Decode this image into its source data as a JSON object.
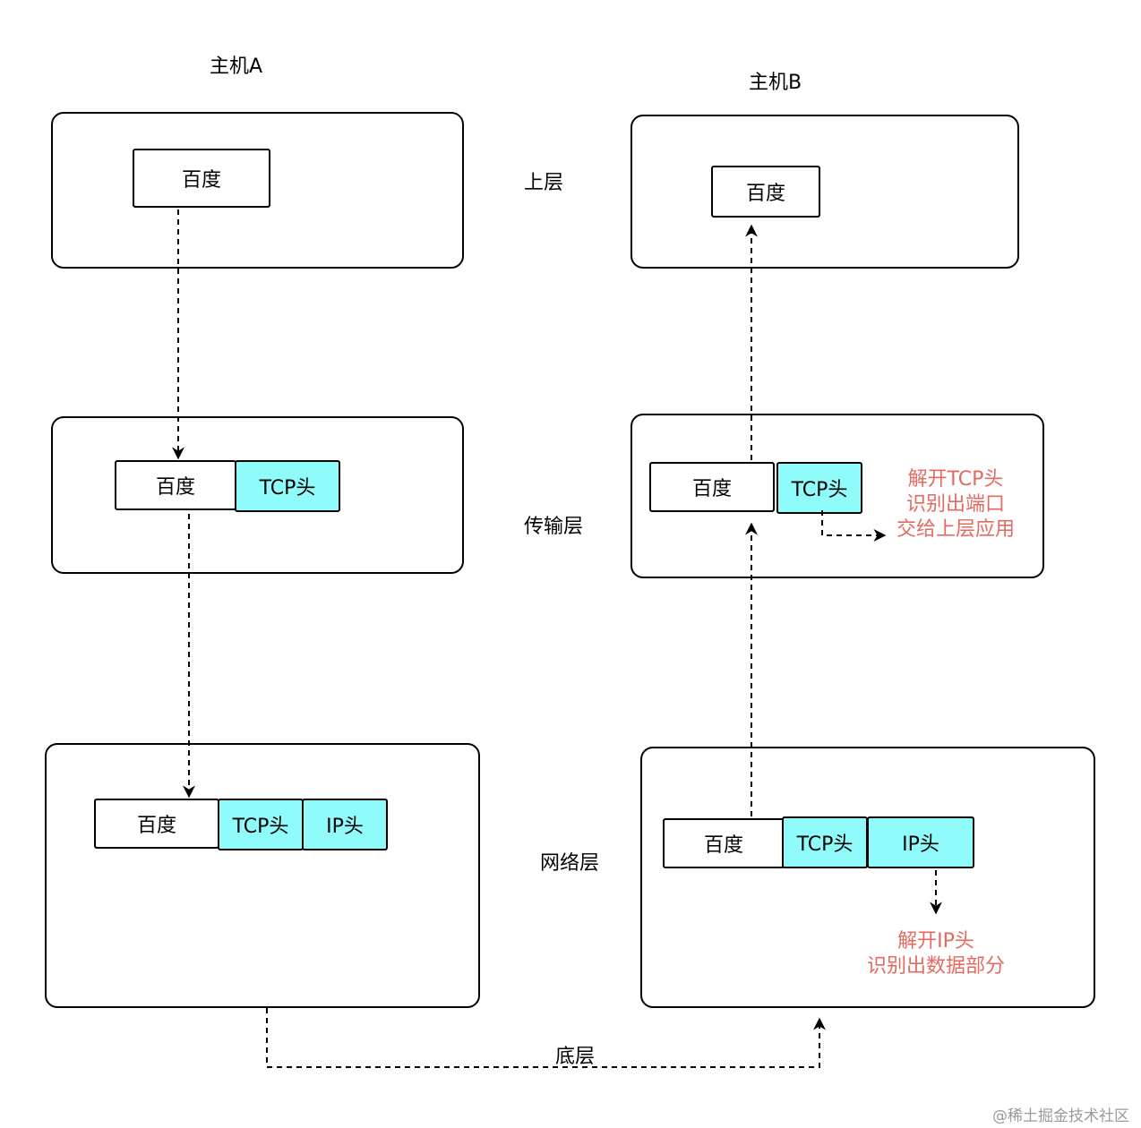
{
  "hosts": {
    "a": "主机A",
    "b": "主机B"
  },
  "layers": {
    "upper": "上层",
    "transport": "传输层",
    "network": "网络层",
    "bottom": "底层"
  },
  "packet": {
    "data": "百度",
    "tcp": "TCP头",
    "ip": "IP头"
  },
  "notes": {
    "transport": [
      "解开TCP头",
      "识别出端口",
      "交给上层应用"
    ],
    "network": [
      "解开IP头",
      "识别出数据部分"
    ]
  },
  "watermark": "@稀土掘金技术社区",
  "colors": {
    "header_fill": "#90fbfb",
    "note_text": "#e46a61",
    "stroke": "#000000"
  }
}
